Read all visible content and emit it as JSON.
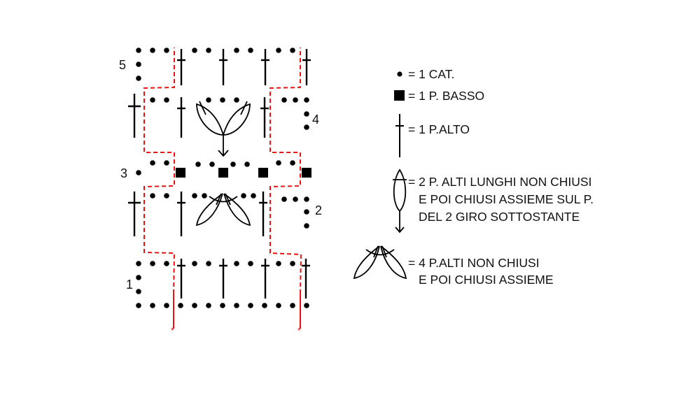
{
  "diagram": {
    "row_numbers": [
      "1",
      "2",
      "3",
      "4",
      "5"
    ],
    "start_marks": [
      "*",
      "*"
    ],
    "colors": {
      "ink": "#000000",
      "repeat_line": "#ee1111"
    }
  },
  "legend": [
    {
      "symbol": "chain-dot-icon",
      "lines": [
        "= 1 CAT."
      ]
    },
    {
      "symbol": "single-crochet-square-icon",
      "lines": [
        "= 1 P. BASSO"
      ]
    },
    {
      "symbol": "double-crochet-icon",
      "lines": [
        "= 1 P.ALTO"
      ]
    },
    {
      "symbol": "long-double-crochet-cluster-icon",
      "lines": [
        "= 2 P. ALTI LUNGHI NON CHIUSI",
        "E POI CHIUSI ASSIEME SUL P.",
        "DEL 2 GIRO SOTTOSTANTE"
      ]
    },
    {
      "symbol": "four-double-crochet-cluster-icon",
      "lines": [
        "= 4 P.ALTI NON CHIUSI",
        "E POI CHIUSI ASSIEME"
      ]
    }
  ]
}
